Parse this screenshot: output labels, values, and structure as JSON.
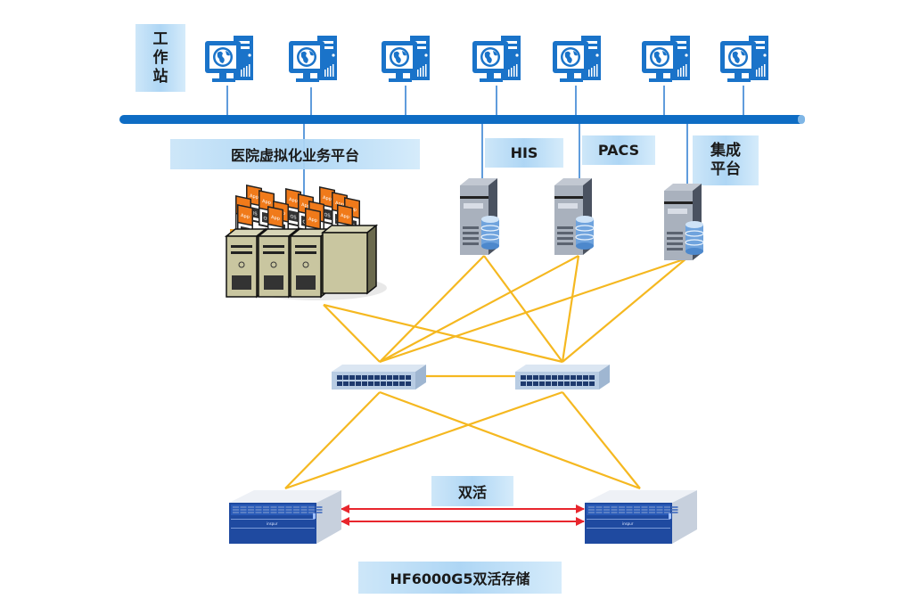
{
  "diagram": {
    "type": "network-topology",
    "colors": {
      "backbone": "#0e6cc4",
      "workstation": "#1a73c9",
      "fc_links": "#f5b820",
      "active_active_arrows": "#e8262d",
      "label_bg": "#bcdcf5"
    },
    "labels": {
      "workstation": [
        "工",
        "作",
        "站"
      ],
      "virtualization_platform": "医院虚拟化业务平台",
      "his": "HIS",
      "pacs": "PACS",
      "integration_platform": [
        "集成",
        "平台"
      ],
      "active_active": "双活",
      "storage": "HF6000G5双活存储"
    },
    "nodes": {
      "workstations": [
        {
          "icon": "workstation-computer-icon"
        },
        {
          "icon": "workstation-computer-icon"
        },
        {
          "icon": "workstation-computer-icon"
        },
        {
          "icon": "workstation-computer-icon"
        },
        {
          "icon": "workstation-computer-icon"
        },
        {
          "icon": "workstation-computer-icon"
        },
        {
          "icon": "workstation-computer-icon"
        }
      ],
      "virtualization_cluster": {
        "icon": "virtualized-server-cluster-icon",
        "vm_tag_top": "App",
        "vm_tag_bottom": "OS"
      },
      "servers": [
        {
          "name": "HIS",
          "icon": "database-server-icon"
        },
        {
          "name": "PACS",
          "icon": "database-server-icon"
        },
        {
          "name": "集成平台",
          "icon": "database-server-icon"
        }
      ],
      "switches": [
        {
          "icon": "fc-switch-icon"
        },
        {
          "icon": "fc-switch-icon"
        }
      ],
      "storage_arrays": [
        {
          "icon": "storage-array-icon",
          "brand": "inspur"
        },
        {
          "icon": "storage-array-icon",
          "brand": "inspur"
        }
      ]
    },
    "edges": [
      {
        "from": "virtualization_cluster",
        "to": "switch_1"
      },
      {
        "from": "virtualization_cluster",
        "to": "switch_2"
      },
      {
        "from": "HIS",
        "to": "switch_1"
      },
      {
        "from": "HIS",
        "to": "switch_2"
      },
      {
        "from": "PACS",
        "to": "switch_1"
      },
      {
        "from": "PACS",
        "to": "switch_2"
      },
      {
        "from": "集成平台",
        "to": "switch_1"
      },
      {
        "from": "集成平台",
        "to": "switch_2"
      },
      {
        "from": "switch_1",
        "to": "switch_2"
      },
      {
        "from": "switch_1",
        "to": "storage_1"
      },
      {
        "from": "switch_1",
        "to": "storage_2"
      },
      {
        "from": "switch_2",
        "to": "storage_1"
      },
      {
        "from": "switch_2",
        "to": "storage_2"
      },
      {
        "from": "storage_1",
        "to": "storage_2",
        "type": "bidirectional",
        "count": 2
      }
    ]
  }
}
